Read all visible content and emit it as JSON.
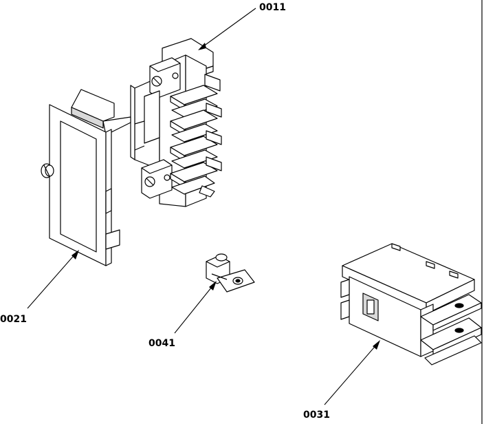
{
  "callouts": {
    "terminal_block": "0011",
    "cover": "0021",
    "breaker": "0031",
    "lug": "0041"
  },
  "colors": {
    "ink": "#000000",
    "paper": "#ffffff"
  }
}
